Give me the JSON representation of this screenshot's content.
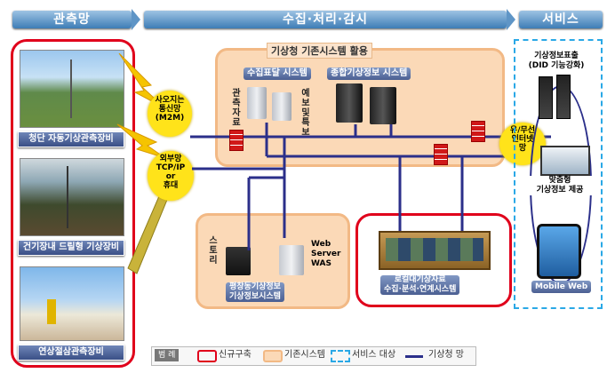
{
  "headers": {
    "observation": "관측망",
    "collection": "수집·처리·감시",
    "service": "서비스"
  },
  "stations": [
    {
      "caption": "청단 자동기상관측장비"
    },
    {
      "caption": "건기장내 드릴형 기상장비"
    },
    {
      "caption": "연상절삼관측장비"
    }
  ],
  "networks": {
    "satellite": "사오지는\n통신망\n(M2M)",
    "wired": "외부망\nTCP/IP\nor\n휴대"
  },
  "existing_system": {
    "title": "기상청 기존시스템 활용",
    "collect_label": "수집표달 시스템",
    "integrated_label": "종합기상정보 시스템",
    "vertical_left": "관측자료",
    "vertical_right": "예보및특보"
  },
  "storage": {
    "label_vertical": "스토리",
    "web_server": "Web\nServer\nWAS",
    "system_title": "평창동기상정보\n기상정보시스템"
  },
  "broadcast": {
    "title": "로컬대기상자료\n수집·분석·연계시스템"
  },
  "internet": {
    "label": "유/무선\n인터넷\n망"
  },
  "services": {
    "did": "기상정보표출\n(DID 기능강화)",
    "custom": "맞춤형\n기상정보 제공",
    "mobile": "Mobile Web"
  },
  "legend": {
    "title": "범 례",
    "new": "신규구축",
    "existing": "기존시스템",
    "service": "서비스 대상",
    "network": "기상청 망"
  },
  "colors": {
    "red": "#e0001b",
    "orange": "#f2b985",
    "navy": "#2b2f8a",
    "blue_dash": "#2aa8e6"
  }
}
